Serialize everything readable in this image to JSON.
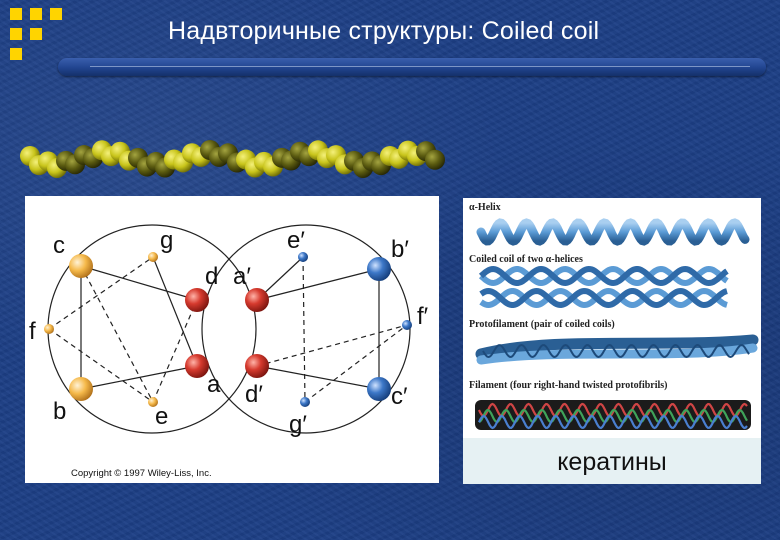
{
  "slide": {
    "title": "Надвторичные структуры:  Coiled coil"
  },
  "helical_wheel": {
    "left_helix_labels": [
      "c",
      "g",
      "d",
      "f",
      "a",
      "b",
      "e"
    ],
    "right_helix_labels": [
      "e′",
      "b′",
      "a′",
      "f′",
      "d′",
      "c′",
      "g′"
    ],
    "copyright": "Copyright © 1997 Wiley-Liss, Inc."
  },
  "fiber_diagram": {
    "captions": [
      "α-Helix",
      "Coiled coil of two α-helices",
      "Protofilament (pair of coiled coils)",
      "Filament (four right-hand twisted protofibrils)"
    ],
    "label": "кератины"
  },
  "colors": {
    "background": "#1d3f86",
    "logo": "#ffd400",
    "title_text": "#ffffff",
    "bead_yellow": "#c8c41a",
    "bead_olive": "#5a5a10",
    "residue_red": "#d63a2e",
    "residue_blue": "#3d78c8",
    "residue_orange": "#f5b94a",
    "helix_blue": "#5b9bd5"
  }
}
